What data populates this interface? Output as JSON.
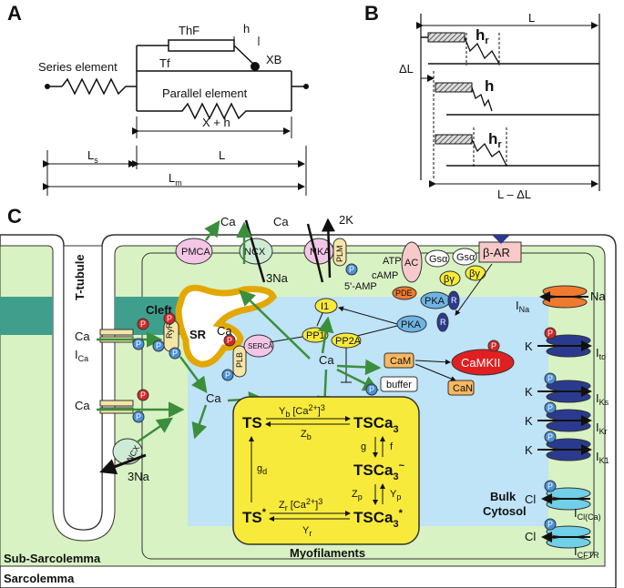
{
  "panels": {
    "a": "A",
    "b": "B",
    "c": "C"
  },
  "panel_a": {
    "thf": "ThF",
    "h": "h",
    "xb": "XB",
    "tf": "Tf",
    "series_element": "Series element",
    "parallel_element": "Parallel element",
    "x_plus_h": "X + h",
    "ls": "L",
    "ls_sub": "s",
    "l": "L",
    "lm": "L",
    "lm_sub": "m"
  },
  "panel_b": {
    "l": "L",
    "hr1": "h",
    "hr1_sub": "r",
    "delta_l": "ΔL",
    "h": "h",
    "hr2": "h",
    "hr2_sub": "r",
    "l_minus_delta_l": "L – ΔL"
  },
  "panel_c": {
    "t_tubule": "T-tubule",
    "ca_ica": "Ca",
    "ica": "I",
    "ica_sub": "Ca",
    "ca2": "Ca",
    "ncx_left": "NCX",
    "na3_left": "3Na",
    "cleft": "Cleft",
    "ryr": "RyR",
    "sr": "SR",
    "ca_sr": "Ca",
    "plb": "PLB",
    "serca": "SERCA",
    "ca_cleft": "Ca",
    "ca_top1": "Ca",
    "pmca": "PMCA",
    "ncx_top": "NCX",
    "na3_top": "3Na",
    "ca_top2": "Ca",
    "nka": "NKA",
    "plm": "PLM",
    "k2": "2K",
    "ac": "AC",
    "atp": "ATP",
    "camp": "cAMP",
    "amp5": "5'-AMP",
    "pde": "PDE",
    "gsa1": "Gsα",
    "gsa2": "Gsα",
    "by1": "βγ",
    "by2": "βγ",
    "beta_ar": "β-AR",
    "pka1": "PKA",
    "pka2": "PKA",
    "r1": "R",
    "r2": "R",
    "i1": "I1",
    "pp1": "PP1",
    "pp2a": "PP2A",
    "ca_center": "Ca",
    "cam": "CaM",
    "buffer": "buffer",
    "camkii": "CaMKII",
    "can": "CaN",
    "p": "P",
    "ts": "TS",
    "tsca3": "TSCa",
    "tsca3_sub": "3",
    "tsca3_tilde": "TSCa",
    "tsca3_tilde_sub": "3",
    "tilde": "~",
    "ts_star": "TS",
    "star": "*",
    "tsca3_star": "TSCa",
    "tsca3_star_sub": "3",
    "yb": "Y",
    "yb_sub": "b",
    "ca_cube1": "[Ca",
    "ca_cube1_sup": "2+",
    "ca_cube1_end": "]",
    "cube": "3",
    "zb": "Z",
    "zb_sub": "b",
    "g": "g",
    "f": "f",
    "zp": "Z",
    "zp_sub": "p",
    "yp": "Y",
    "yp_sub": "p",
    "gd": "g",
    "gd_sub": "d",
    "zr": "Z",
    "zr_sub": "r",
    "ca_cube2": "[Ca",
    "ca_cube2_sup": "2+",
    "ca_cube2_end": "]",
    "yr": "Y",
    "yr_sub": "r",
    "myofilaments": "Myofilaments",
    "bulk": "Bulk",
    "cytosol": "Cytosol",
    "na": "Na",
    "ina": "I",
    "ina_sub": "Na",
    "k1": "K",
    "ito": "I",
    "ito_sub": "to",
    "k2ch": "K",
    "iks": "I",
    "iks_sub": "Ks",
    "k3": "K",
    "ikr": "I",
    "ikr_sub": "Kr",
    "k4": "K",
    "ik1": "I",
    "ik1_sub": "K1",
    "cl1": "Cl",
    "iclca": "I",
    "iclca_sub": "Cl(Ca)",
    "cl2": "Cl",
    "icftr": "I",
    "icftr_sub": "CFTR",
    "sub_sarcolemma": "Sub-Sarcolemma",
    "sarcolemma": "Sarcolemma"
  },
  "colors": {
    "sarcolemma_fill": "#d9f2c4",
    "cytosol_fill": "#bfe3f7",
    "cleft_fill": "#3f9f8c",
    "myofilament_fill": "#f7ea3a",
    "arrow_green": "#3b8e3b",
    "p_red": "#d62828",
    "p_blue": "#4a90d9"
  }
}
